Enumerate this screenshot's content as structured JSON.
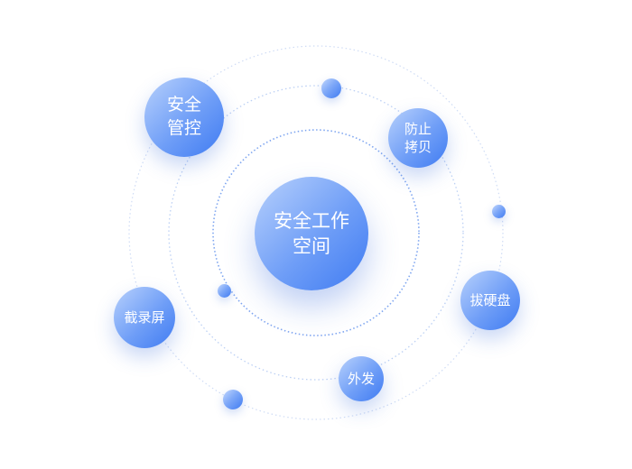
{
  "diagram": {
    "center": {
      "label": "安全工作\n空间"
    },
    "nodes": {
      "security": "安全\n管控",
      "copy": "防止\n拷贝",
      "usb": "拔硬盘",
      "screen": "截录屏",
      "out": "外发"
    },
    "colors": {
      "ring_light": "#cfdcf5",
      "ring_mid": "#bcd0f4",
      "ring_inner": "#7fa6f0",
      "node_dark": "#3f7bf2",
      "node_light": "#b8d1fc"
    }
  }
}
